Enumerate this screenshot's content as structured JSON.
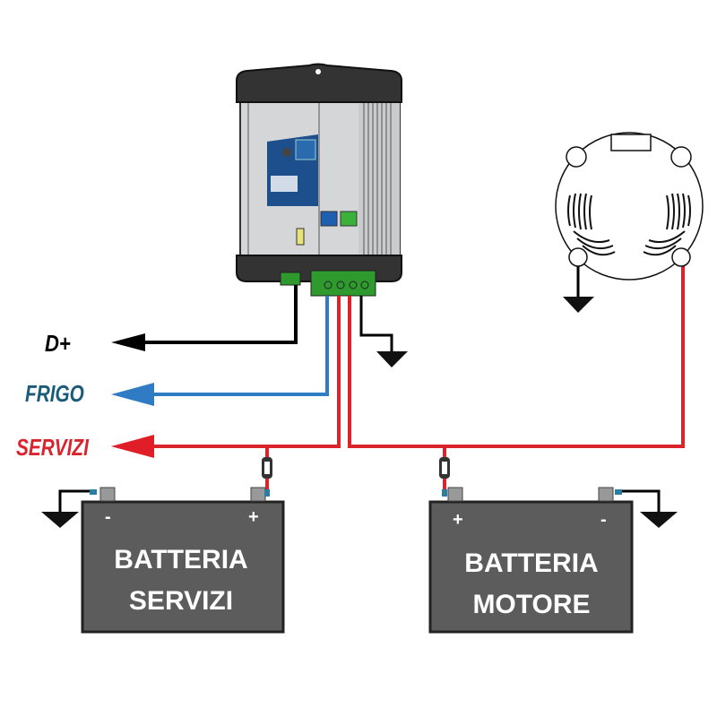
{
  "labels": {
    "d_plus": "D+",
    "frigo": "FRIGO",
    "servizi": "SERVIZI"
  },
  "batteries": [
    {
      "line1": "BATTERIA",
      "line2": "SERVIZI",
      "neg": "-",
      "pos": "+"
    },
    {
      "line1": "BATTERIA",
      "line2": "MOTORE",
      "neg": "-",
      "pos": "+"
    }
  ],
  "colors": {
    "d_plus": "#000000",
    "frigo": "#1a5a7a",
    "frigo_wire": "#2f7cc4",
    "servizi": "#d9232d",
    "battery": "#5c5c5c",
    "connector": "#2e9a2e"
  }
}
